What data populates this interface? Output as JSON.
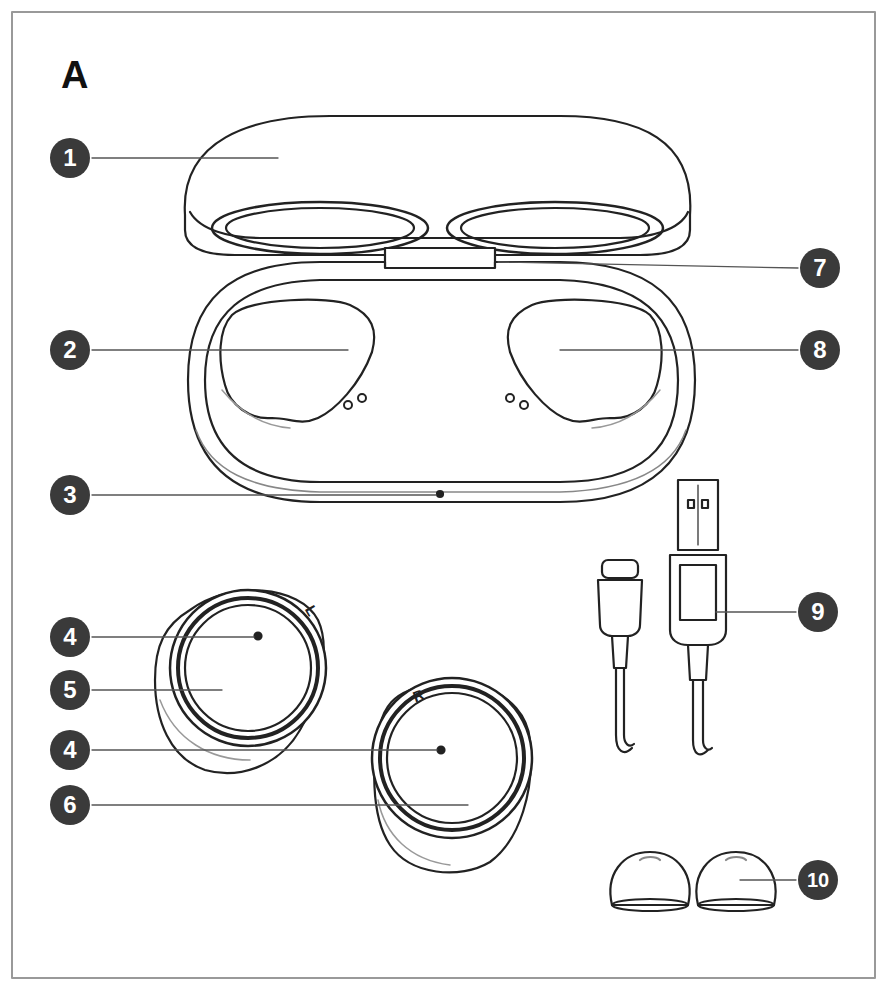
{
  "diagram": {
    "labels": [
      "A",
      "1",
      "7",
      "2",
      "8",
      "3",
      "L",
      "4",
      "5",
      "9",
      "R",
      "4",
      "6",
      "10"
    ]
  }
}
